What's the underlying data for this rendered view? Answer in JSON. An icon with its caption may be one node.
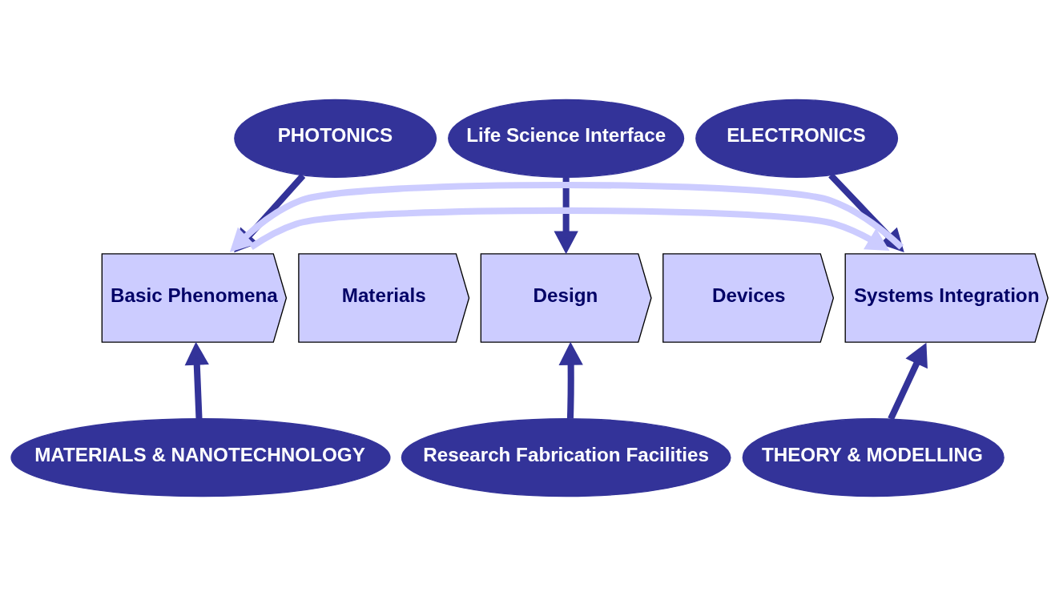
{
  "diagram": {
    "nodes": [
      {
        "text": [
          "PHOTONICS"
        ]
      },
      {
        "text": [
          "Life Science Interface"
        ]
      },
      {
        "text": [
          "ELECTRONICS"
        ]
      },
      {
        "text": [
          "Basic Phenomena"
        ]
      },
      {
        "text": [
          "Materials"
        ]
      },
      {
        "text": [
          "Design"
        ]
      },
      {
        "text": [
          "Devices"
        ]
      },
      {
        "text": [
          "Systems Integration"
        ]
      },
      {
        "text": [
          "MATERIALS & NANOTECHNOLOGY"
        ]
      },
      {
        "text": [
          "THEORY & MODELLING"
        ]
      },
      {
        "text": [
          "Research Fabrication Facilities"
        ]
      }
    ],
    "edges": [
      {
        "from": 0,
        "to": 3,
        "arrow": "to"
      },
      {
        "from": 1,
        "to": 5,
        "arrow": "to"
      },
      {
        "from": 2,
        "to": 7,
        "arrow": "to"
      },
      {
        "from": 3,
        "to": 7,
        "arrow": "to",
        "color": "#ccccff"
      },
      {
        "from": 7,
        "to": 3,
        "arrow": "to",
        "color": "#ccccff"
      },
      {
        "from": 8,
        "to": 3,
        "arrow": "to"
      },
      {
        "from": 10,
        "to": 5,
        "arrow": "to"
      },
      {
        "from": 9,
        "to": 7,
        "arrow": "to"
      }
    ]
  }
}
